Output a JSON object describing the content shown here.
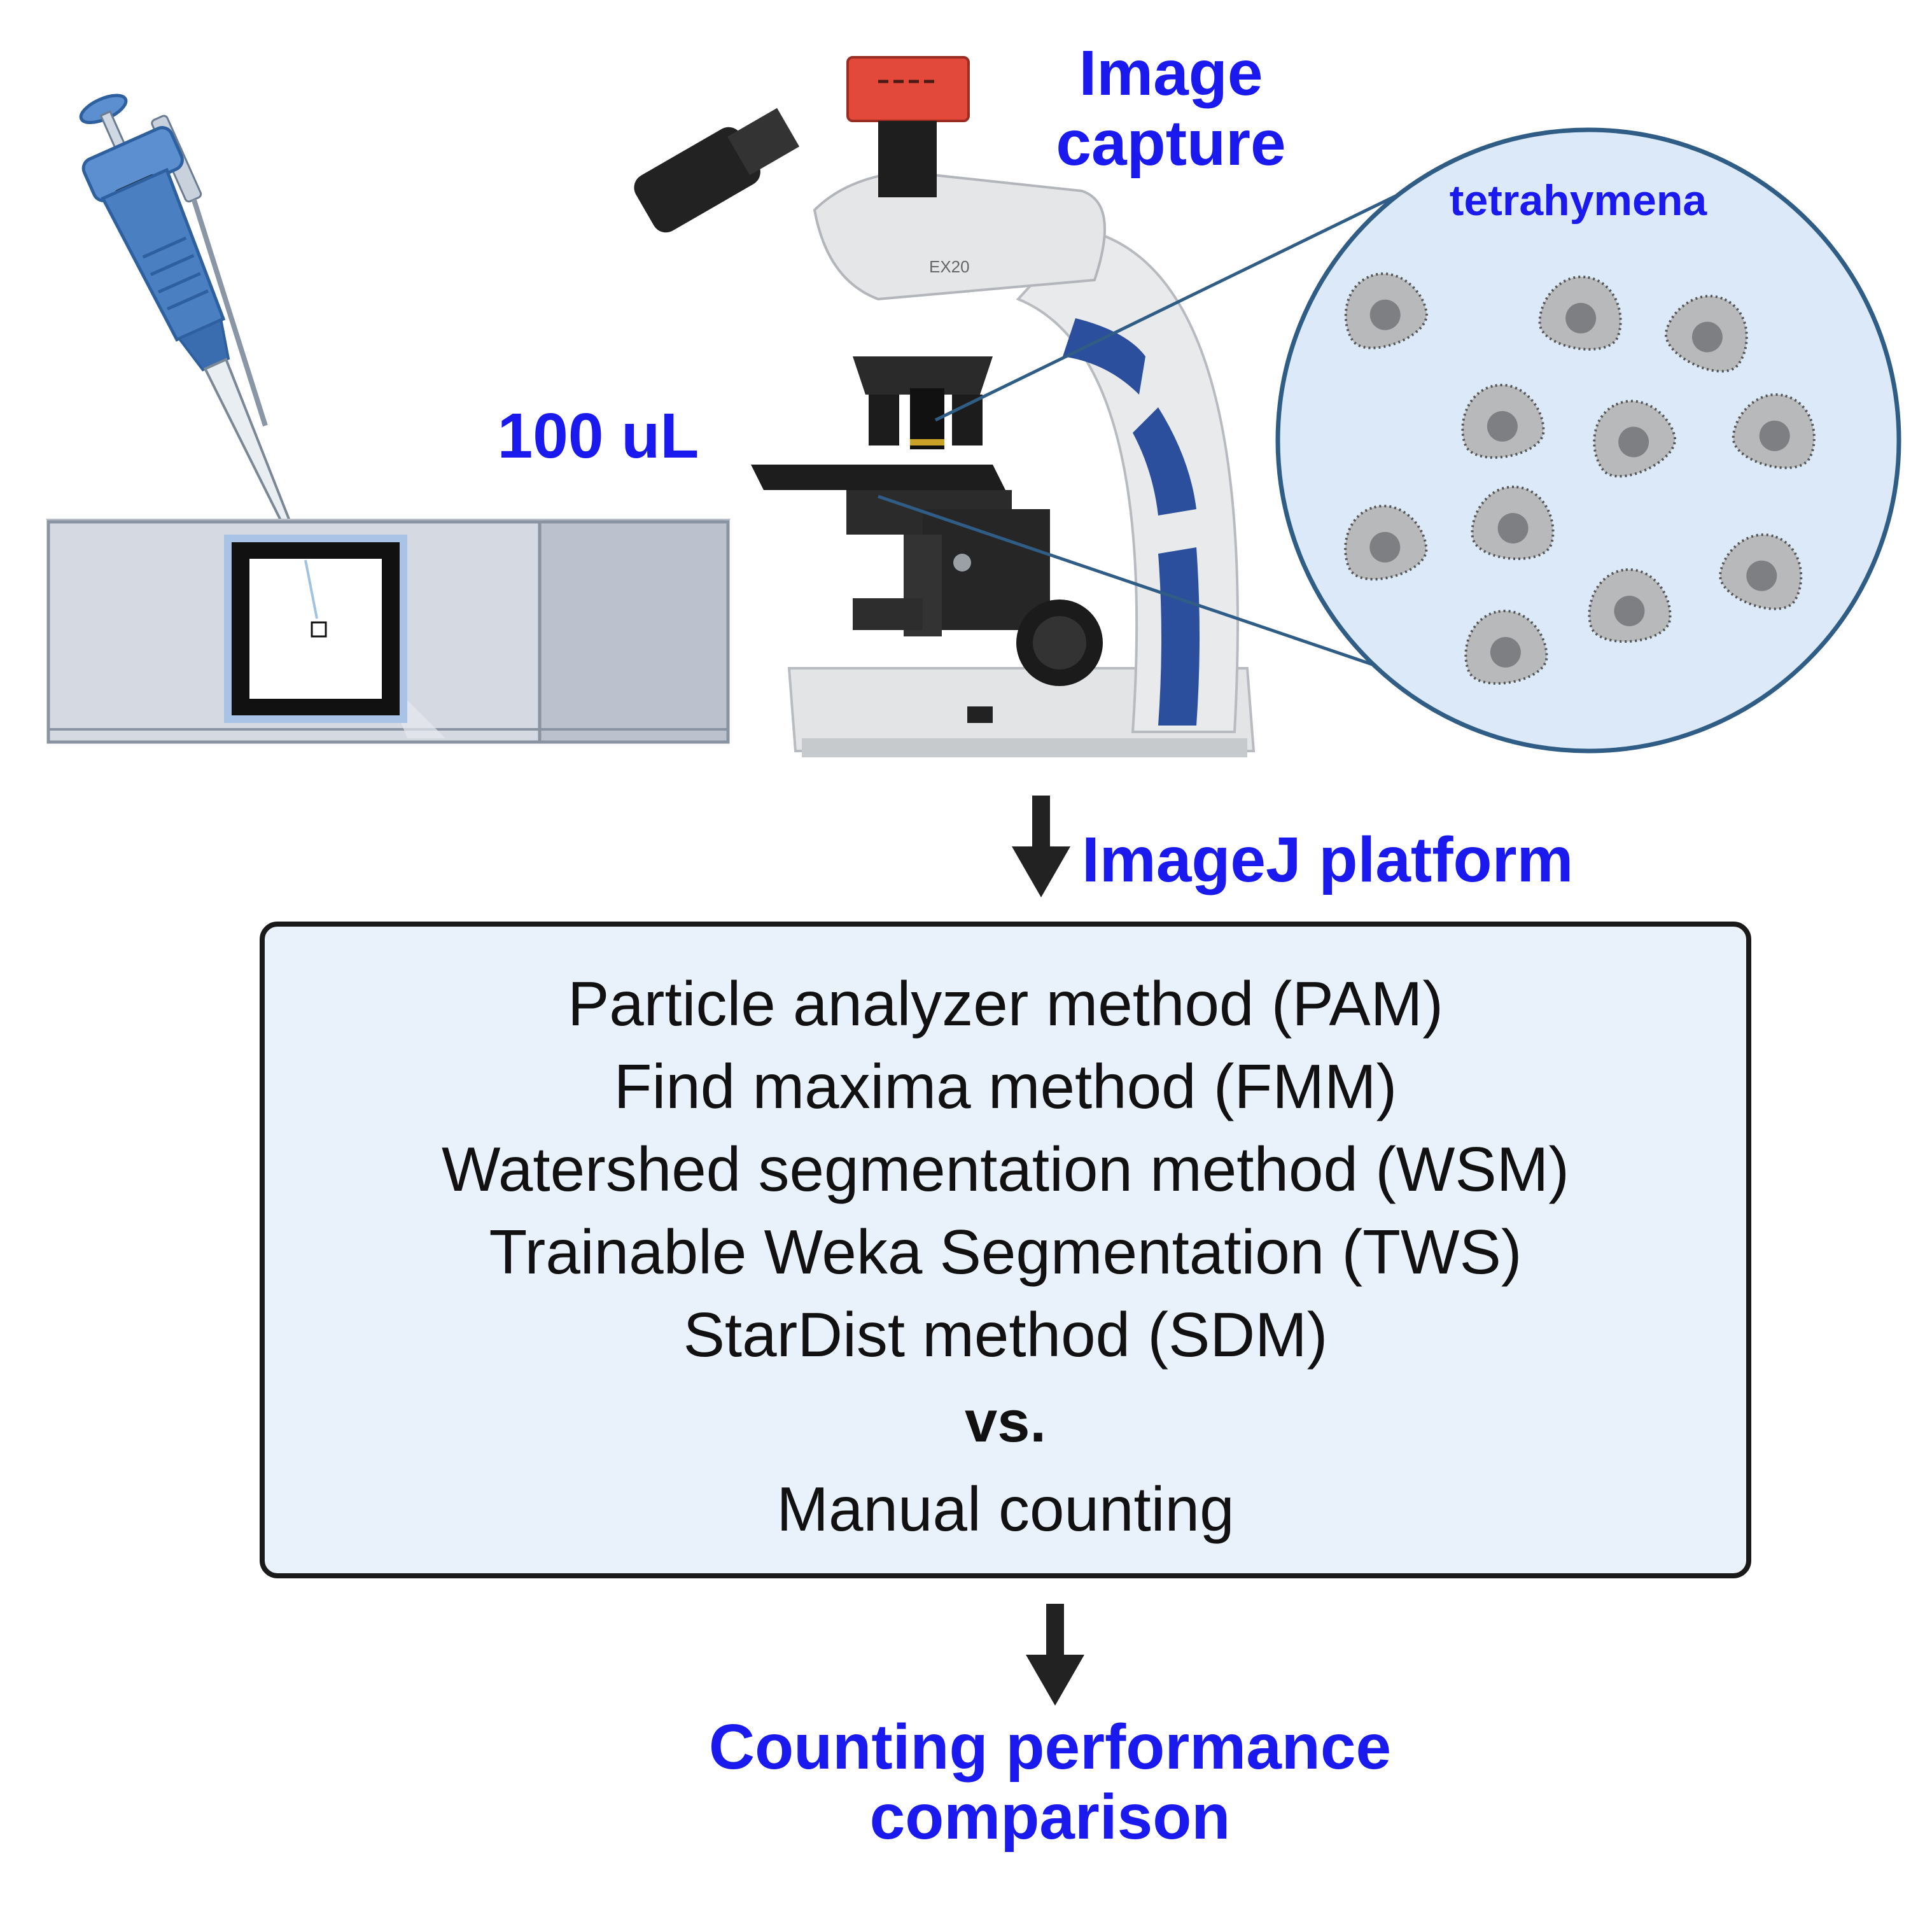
{
  "labels": {
    "volume": "100 uL",
    "image_capture": [
      "Image",
      "capture"
    ],
    "organism": "tetrahymena",
    "platform": "ImageJ platform",
    "result": [
      "Counting performance",
      "comparison"
    ],
    "microscope_model": "EX20"
  },
  "methods": [
    "Particle analyzer method (PAM)",
    "Find maxima method (FMM)",
    "Watershed segmentation method (WSM)",
    "Trainable Weka Segmentation (TWS)",
    "StarDist method (SDM)"
  ],
  "comparison": {
    "vs": "vs.",
    "baseline": "Manual counting"
  },
  "colors": {
    "label_blue": "#1a1aee",
    "box_fill": "#e9f1fb",
    "box_border": "#1a1a1a",
    "circle_fill": "#dbe9f8",
    "circle_border": "#2f5d86",
    "microscope_body": "#e4e6e8",
    "microscope_accent": "#2b4f9c",
    "camera": "#e2493b",
    "pipette": "#4a7fc1"
  },
  "icons": [
    "pipette-icon",
    "slide-icon",
    "microscope-icon",
    "magnified-view-icon",
    "down-arrow-icon"
  ]
}
